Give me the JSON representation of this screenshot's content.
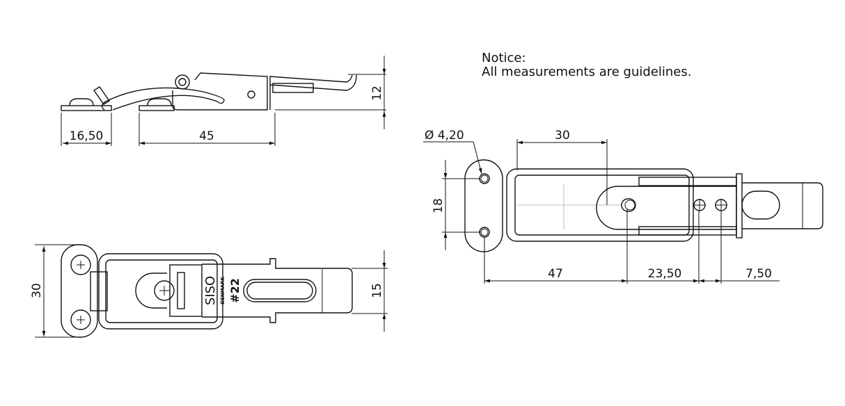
{
  "notice": {
    "title": "Notice:",
    "body": "All measurements are guidelines."
  },
  "side_view": {
    "dims": {
      "left_offset": "16,50",
      "base_length": "45",
      "height": "12"
    }
  },
  "top_view": {
    "dims": {
      "plate_width": "30",
      "lever_width": "15"
    },
    "marking": {
      "brand": "SISO",
      "country": "DENMARK",
      "model": "#22"
    }
  },
  "hole_view": {
    "dims": {
      "hole_diameter": "Ø 4,20",
      "body_length": "30",
      "hole_spacing": "18",
      "to_pivot": "47",
      "pivot_to_hole": "23,50",
      "hole_to_hole": "7,50"
    }
  }
}
